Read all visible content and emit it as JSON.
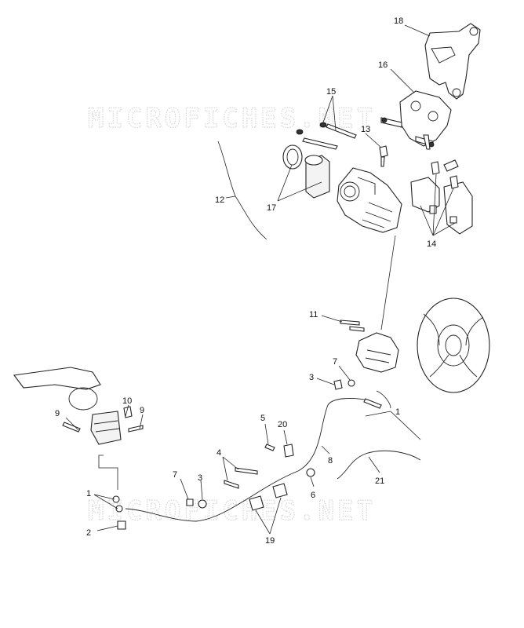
{
  "watermarks": [
    "MICROFICHES.NET",
    "MICROFICHES.NET"
  ],
  "callouts": [
    {
      "id": "label-18",
      "text": "18"
    },
    {
      "id": "label-16",
      "text": "16"
    },
    {
      "id": "label-15",
      "text": "15"
    },
    {
      "id": "label-13",
      "text": "13"
    },
    {
      "id": "label-12",
      "text": "12"
    },
    {
      "id": "label-17",
      "text": "17"
    },
    {
      "id": "label-14",
      "text": "14"
    },
    {
      "id": "label-11",
      "text": "11"
    },
    {
      "id": "label-7a",
      "text": "7"
    },
    {
      "id": "label-3a",
      "text": "3"
    },
    {
      "id": "label-1a",
      "text": "1"
    },
    {
      "id": "label-10",
      "text": "10"
    },
    {
      "id": "label-9a",
      "text": "9"
    },
    {
      "id": "label-9b",
      "text": "9"
    },
    {
      "id": "label-5",
      "text": "5"
    },
    {
      "id": "label-20",
      "text": "20"
    },
    {
      "id": "label-8",
      "text": "8"
    },
    {
      "id": "label-4",
      "text": "4"
    },
    {
      "id": "label-21",
      "text": "21"
    },
    {
      "id": "label-7b",
      "text": "7"
    },
    {
      "id": "label-3b",
      "text": "3"
    },
    {
      "id": "label-6",
      "text": "6"
    },
    {
      "id": "label-1b",
      "text": "1"
    },
    {
      "id": "label-2",
      "text": "2"
    },
    {
      "id": "label-19",
      "text": "19"
    }
  ]
}
